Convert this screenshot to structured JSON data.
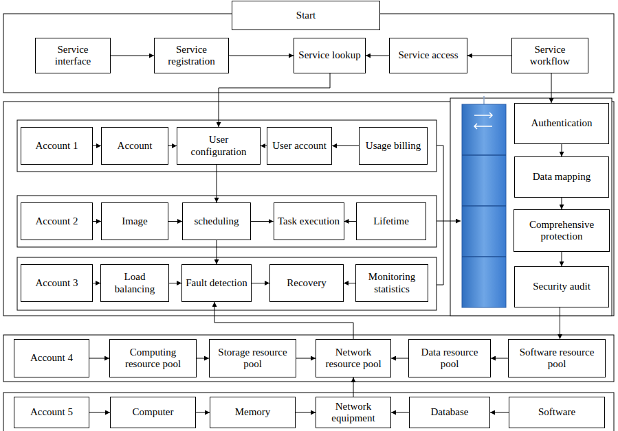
{
  "diagram": {
    "nodes": [
      {
        "text": [
          "Start"
        ]
      },
      {
        "text": [
          "Service interface"
        ]
      },
      {
        "text": [
          "Service registration"
        ]
      },
      {
        "text": [
          "Service lookup"
        ]
      },
      {
        "text": [
          "Service access"
        ]
      },
      {
        "text": [
          "Service workflow"
        ]
      },
      {
        "text": [
          "Account 1"
        ]
      },
      {
        "text": [
          "Account"
        ]
      },
      {
        "text": [
          "User configuration"
        ]
      },
      {
        "text": [
          "User account"
        ]
      },
      {
        "text": [
          "Usage billing"
        ]
      },
      {
        "text": [
          "Account 2"
        ]
      },
      {
        "text": [
          "Image"
        ]
      },
      {
        "text": [
          "scheduling"
        ]
      },
      {
        "text": [
          "Task execution"
        ]
      },
      {
        "text": [
          "Lifetime"
        ]
      },
      {
        "text": [
          "Account 3"
        ]
      },
      {
        "text": [
          "Load balancing"
        ]
      },
      {
        "text": [
          "Fault detection"
        ]
      },
      {
        "text": [
          "Recovery"
        ]
      },
      {
        "text": [
          "Monitoring statistics"
        ]
      },
      {
        "text": [
          "Authentication"
        ]
      },
      {
        "text": [
          "Data mapping"
        ]
      },
      {
        "text": [
          "Comprehensive protection"
        ]
      },
      {
        "text": [
          "Security audit"
        ]
      },
      {
        "text": [
          "Account 4"
        ]
      },
      {
        "text": [
          "Computing resource pool"
        ]
      },
      {
        "text": [
          "Storage resource pool"
        ]
      },
      {
        "text": [
          "Network resource pool"
        ]
      },
      {
        "text": [
          "Data resource pool"
        ]
      },
      {
        "text": [
          "Software resource pool"
        ]
      },
      {
        "text": [
          "Account 5"
        ]
      },
      {
        "text": [
          "Computer"
        ]
      },
      {
        "text": [
          "Memory"
        ]
      },
      {
        "text": [
          "Network equipment"
        ]
      },
      {
        "text": [
          "Database"
        ]
      },
      {
        "text": [
          "Software"
        ]
      }
    ],
    "edges": [
      {
        "from": 1,
        "to": 2,
        "arrow": "to"
      },
      {
        "from": 2,
        "to": 3,
        "arrow": "to"
      },
      {
        "from": 4,
        "to": 3,
        "arrow": "to"
      },
      {
        "from": 5,
        "to": 4,
        "arrow": "to"
      },
      {
        "from": 3,
        "to": 8,
        "arrow": "to"
      },
      {
        "from": 5,
        "to": 21,
        "arrow": "to"
      },
      {
        "from": 6,
        "to": 7,
        "arrow": "to"
      },
      {
        "from": 7,
        "to": 8,
        "arrow": "to"
      },
      {
        "from": 9,
        "to": 8,
        "arrow": "to"
      },
      {
        "from": 10,
        "to": 9,
        "arrow": "to"
      },
      {
        "from": 8,
        "to": 13,
        "arrow": "to"
      },
      {
        "from": 11,
        "to": 12,
        "arrow": "to"
      },
      {
        "from": 12,
        "to": 13,
        "arrow": "to"
      },
      {
        "from": 13,
        "to": 14,
        "arrow": "to"
      },
      {
        "from": 15,
        "to": 14,
        "arrow": "to"
      },
      {
        "from": 13,
        "to": 18,
        "arrow": "to"
      },
      {
        "from": 16,
        "to": 17,
        "arrow": "to"
      },
      {
        "from": 17,
        "to": 18,
        "arrow": "to"
      },
      {
        "from": 18,
        "to": 19,
        "arrow": "to"
      },
      {
        "from": 20,
        "to": 19,
        "arrow": "to"
      },
      {
        "from": 21,
        "to": 22,
        "arrow": "to"
      },
      {
        "from": 22,
        "to": 23,
        "arrow": "to"
      },
      {
        "from": 23,
        "to": 24,
        "arrow": "to"
      },
      {
        "from": 24,
        "to": 30,
        "arrow": "to"
      },
      {
        "from": 25,
        "to": 26,
        "arrow": "to"
      },
      {
        "from": 26,
        "to": 27,
        "arrow": "to"
      },
      {
        "from": 27,
        "to": 28,
        "arrow": "to"
      },
      {
        "from": 29,
        "to": 28,
        "arrow": "to"
      },
      {
        "from": 30,
        "to": 29,
        "arrow": "to"
      },
      {
        "from": 31,
        "to": 32,
        "arrow": "to"
      },
      {
        "from": 32,
        "to": 33,
        "arrow": "to"
      },
      {
        "from": 33,
        "to": 34,
        "arrow": "to"
      },
      {
        "from": 35,
        "to": 34,
        "arrow": "to"
      },
      {
        "from": 36,
        "to": 35,
        "arrow": "to"
      },
      {
        "from": 34,
        "to": 28,
        "arrow": "to"
      },
      {
        "from": 28,
        "to": 18,
        "arrow": "to"
      }
    ]
  }
}
